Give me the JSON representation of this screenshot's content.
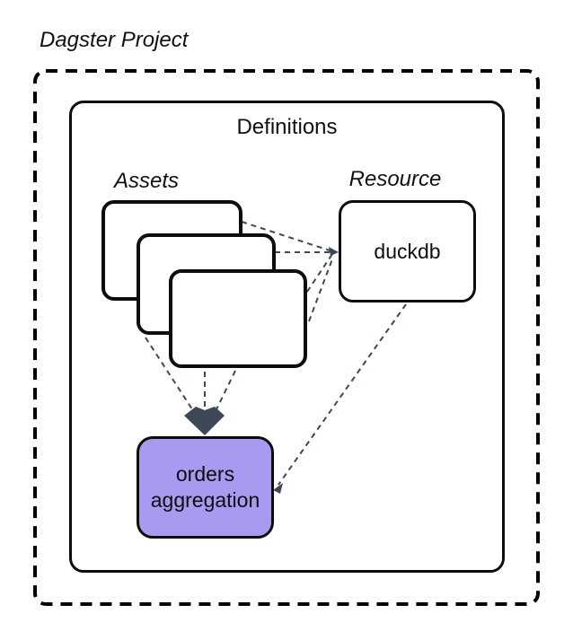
{
  "title": "Dagster Project",
  "container": {
    "label": "Definitions"
  },
  "groups": {
    "assets_label": "Assets",
    "resource_label": "Resource"
  },
  "nodes": {
    "duckdb_label": "duckdb",
    "orders_label": "orders aggregation"
  },
  "colors": {
    "node-purple": "#a79af0",
    "connector": "#3e4756"
  }
}
